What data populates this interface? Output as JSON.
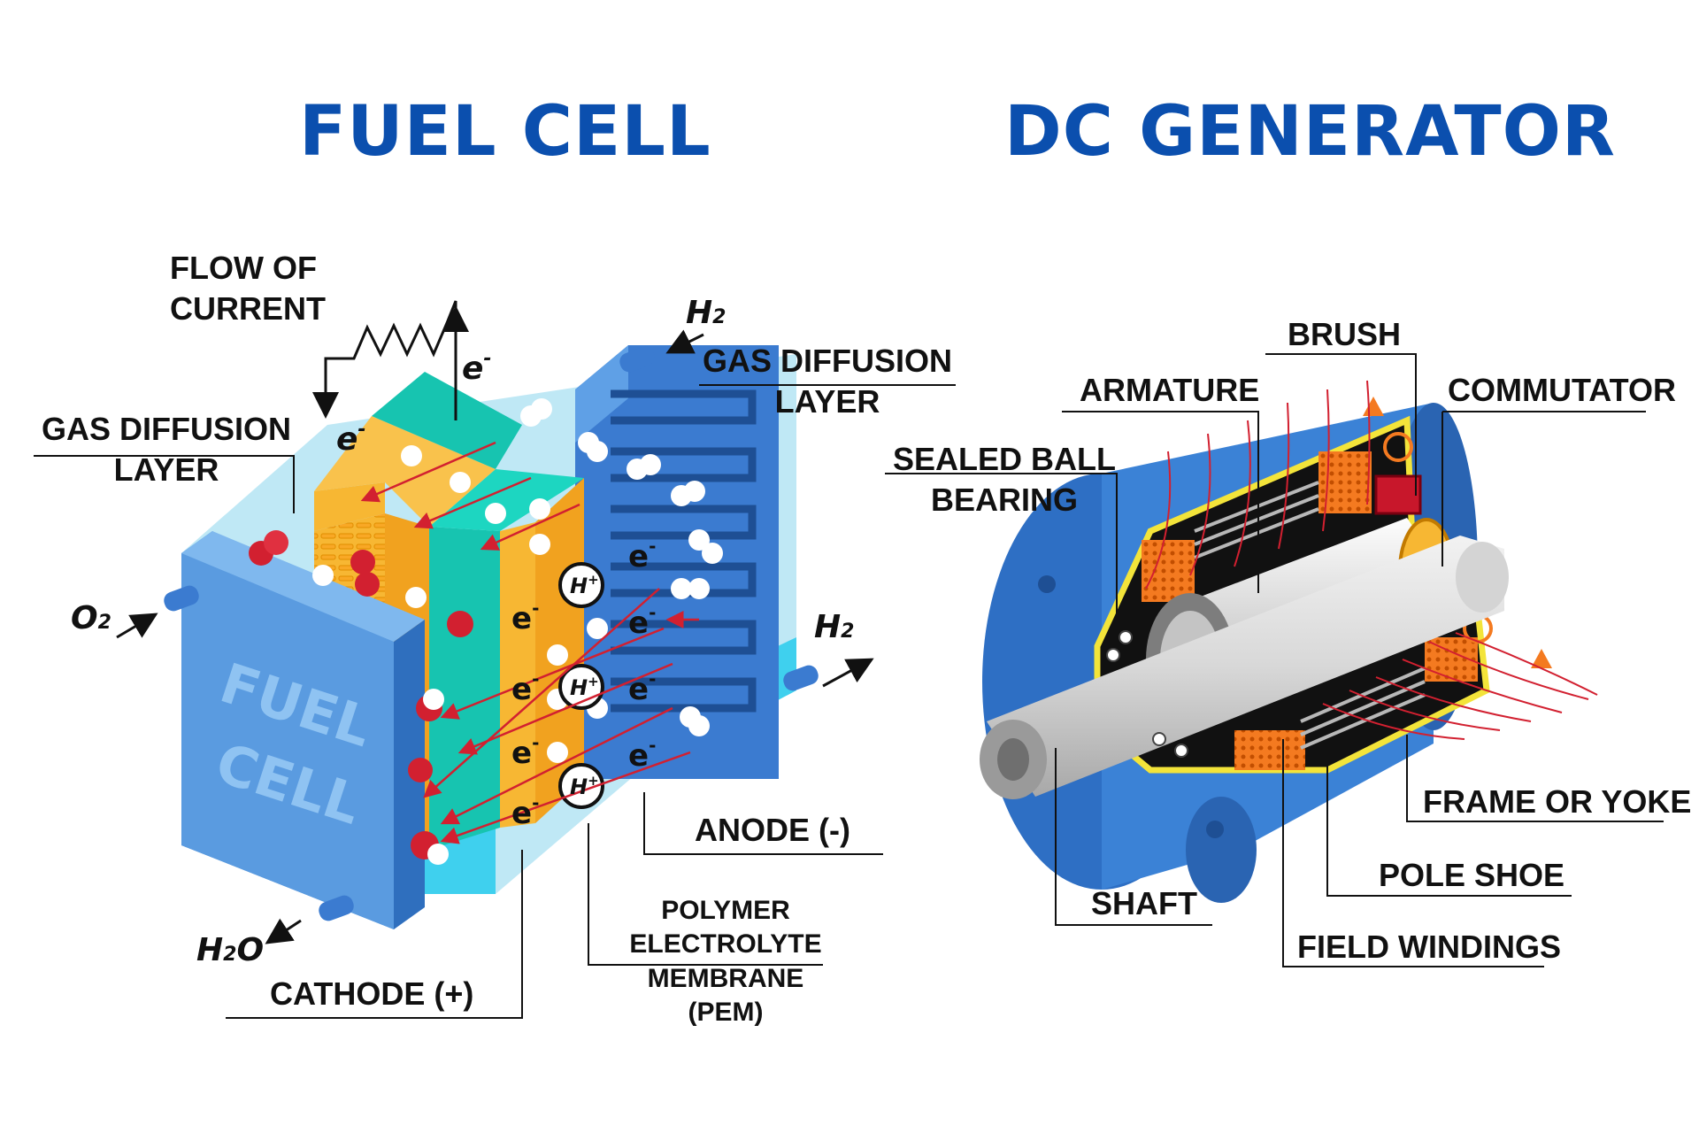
{
  "fuel_cell": {
    "title": "FUEL CELL",
    "body_text": [
      "FUEL",
      "CELL"
    ],
    "labels": {
      "flow_of_current": [
        "FLOW OF",
        "CURRENT"
      ],
      "gas_diffusion_left": [
        "GAS DIFFUSION",
        "LAYER"
      ],
      "gas_diffusion_right": [
        "GAS DIFFUSION",
        "LAYER"
      ],
      "anode": "ANODE (-)",
      "cathode": "CATHODE (+)",
      "membrane": [
        "POLYMER",
        "ELECTROLYTE",
        "MEMBRANE",
        "(PEM)"
      ]
    },
    "symbols": {
      "electron": "e",
      "electron_charge": "-",
      "proton": "H",
      "proton_charge": "+",
      "oxygen": "O",
      "hydrogen": "H",
      "water_h": "H",
      "water_o": "O",
      "subscript_two": "2"
    }
  },
  "dc_generator": {
    "title": "DC GENERATOR",
    "labels": {
      "brush": "BRUSH",
      "armature": "ARMATURE",
      "commutator": "COMMUTATOR",
      "sealed_ball_bearing": [
        "SEALED BALL",
        "BEARING"
      ],
      "frame_or_yoke": "FRAME OR YOKE",
      "pole_shoe": "POLE SHOE",
      "shaft": "SHAFT",
      "field_windings": "FIELD WINDINGS"
    }
  },
  "colors": {
    "title_blue": "#0b4fae",
    "plate_blue": "#4a8fd8",
    "cathode_yellow": "#f7b733",
    "membrane_teal": "#17c4b0",
    "arrow_red": "#d22030",
    "frame_blue": "#2e6fc4",
    "winding_orange": "#f47a20"
  }
}
